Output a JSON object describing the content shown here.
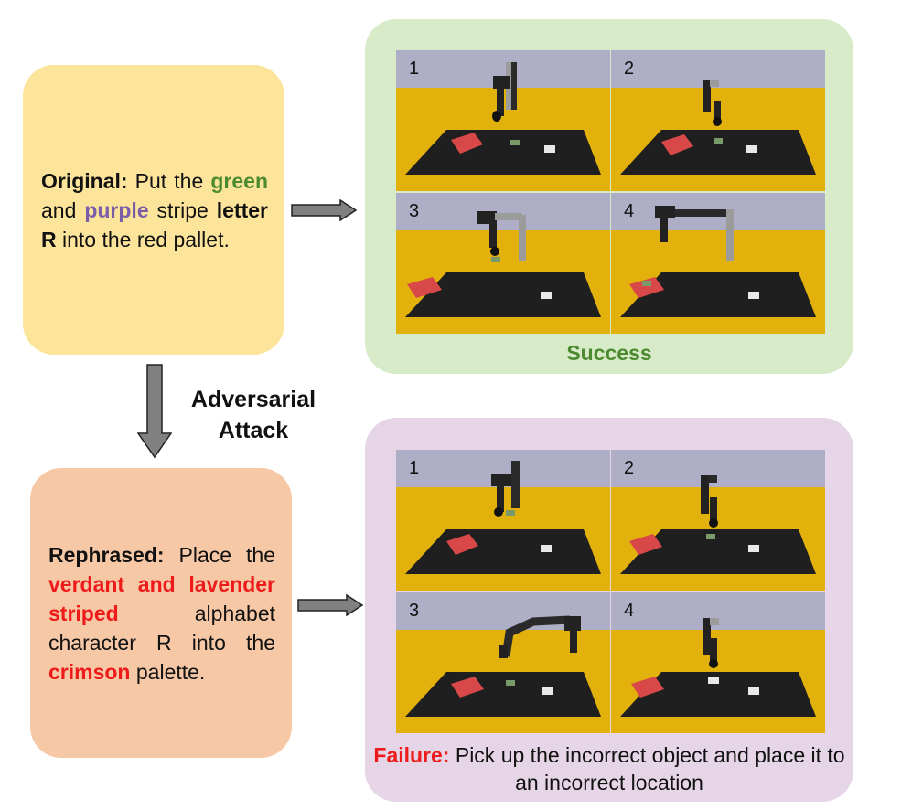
{
  "original": {
    "label": "Original:",
    "t1": " Put the ",
    "green": "green",
    "t2": " and ",
    "purple": "purple",
    "t3": " stripe ",
    "letter": "letter R",
    "t4": " into the red pallet."
  },
  "attack": {
    "line1": "Adversarial",
    "line2": "Attack"
  },
  "rephrased": {
    "label": "Rephrased:",
    "t1": " Place the ",
    "red1": "verdant and lavender striped",
    "t2": " alphabet character R into the ",
    "red2": "crimson",
    "t3": " palette."
  },
  "success": {
    "label": "Success",
    "frames": [
      "1",
      "2",
      "3",
      "4"
    ]
  },
  "failure": {
    "label": "Failure:",
    "text": " Pick up the incorrect object and place it to an incorrect location",
    "frames": [
      "1",
      "2",
      "3",
      "4"
    ]
  },
  "colors": {
    "success_panel": "#d8ebc9",
    "failure_panel": "#e5d5e6",
    "original_box": "#fde49b",
    "rephrased_box": "#f7c8a6",
    "success_text": "#4b8a2f",
    "purple_text": "#7a5fa8",
    "red_text": "#ee1b1b",
    "arrow": "#808080"
  }
}
